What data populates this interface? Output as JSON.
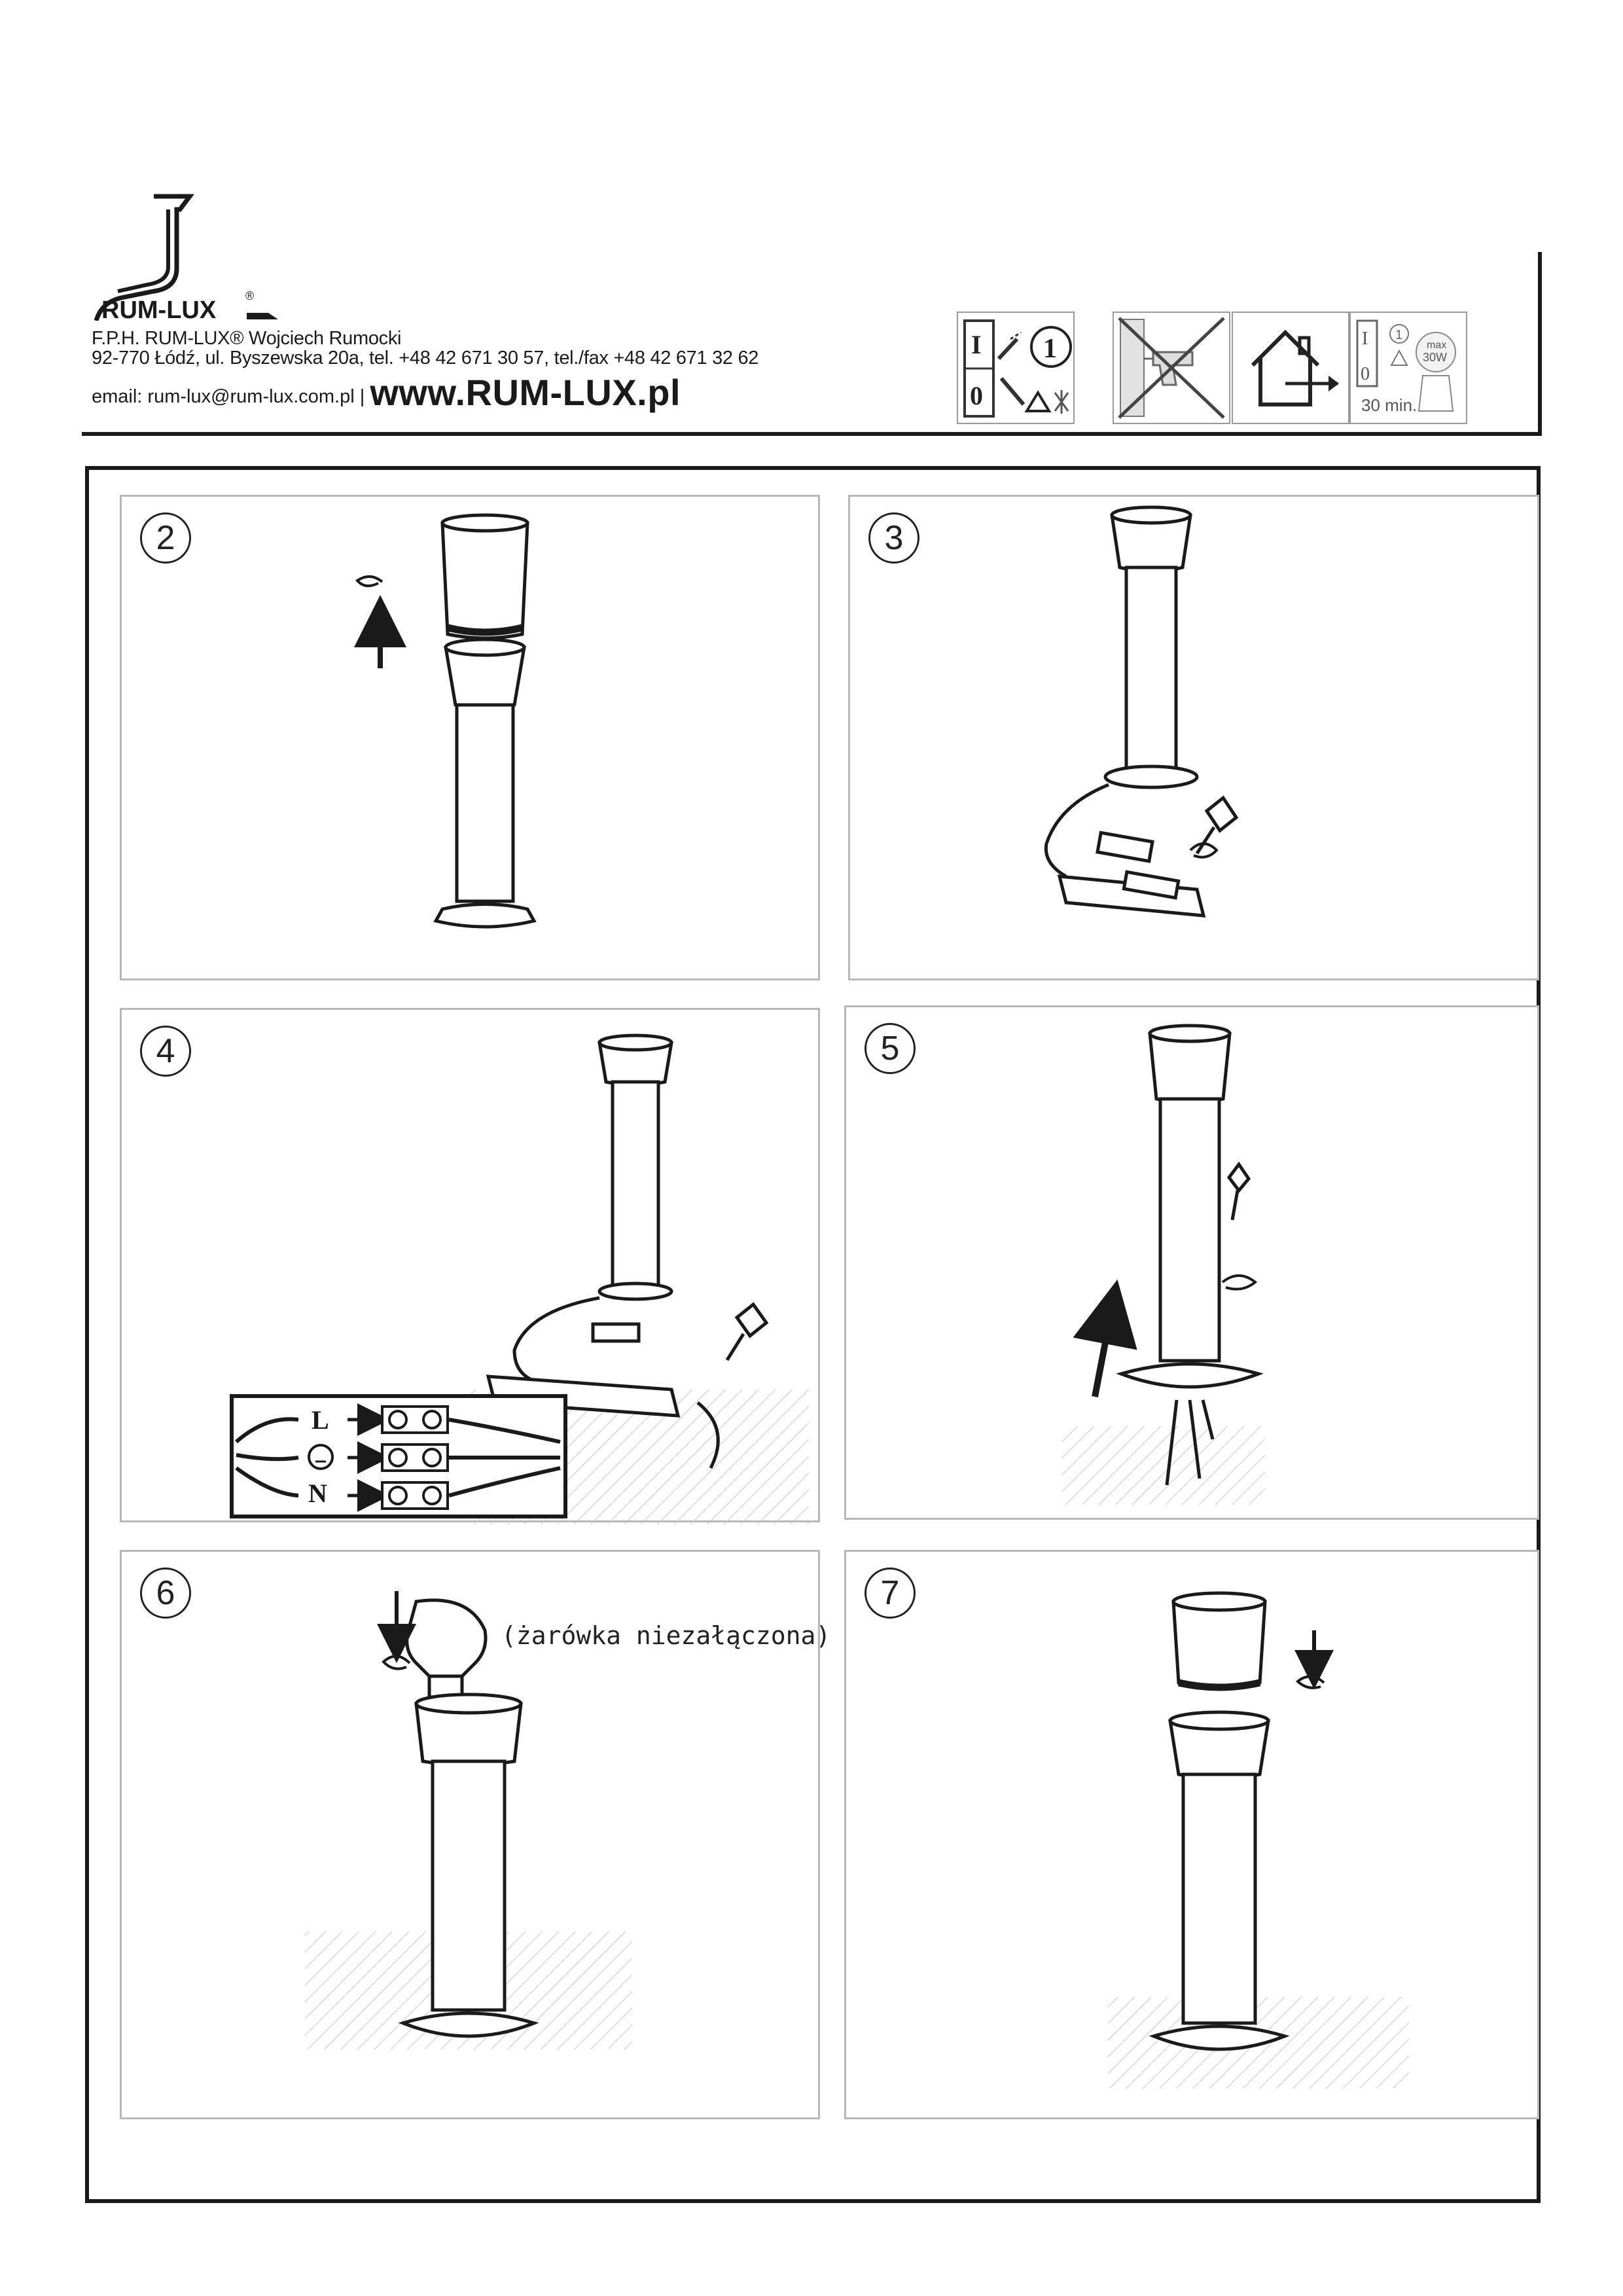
{
  "header": {
    "brand": "RUM-LUX",
    "registered": "®",
    "company_line1": "F.P.H. RUM-LUX® Wojciech Rumocki",
    "company_line2": "92-770 Łódź, ul. Byszewska 20a, tel. +48 42 671 30 57, tel./fax +48 42 671 32 62",
    "email": "email: rum-lux@rum-lux.com.pl",
    "separator": "|",
    "website": "www.RUM-LUX.pl"
  },
  "warning_icons": [
    {
      "name": "power-off-icon",
      "switch_on": "I",
      "switch_off": "0",
      "circle_num": "1"
    },
    {
      "name": "no-drill-icon"
    },
    {
      "name": "indoor-outdoor-icon"
    },
    {
      "name": "cooldown-icon",
      "switch_on": "I",
      "switch_off": "0",
      "circle_num": "1",
      "max_label": "max",
      "max_value": "30W",
      "time": "30 min."
    }
  ],
  "steps": [
    {
      "number": "2"
    },
    {
      "number": "3"
    },
    {
      "number": "4",
      "wiring": {
        "live": "L",
        "neutral": "N"
      }
    },
    {
      "number": "5"
    },
    {
      "number": "6",
      "note": "(żarówka niezałączona)"
    },
    {
      "number": "7"
    }
  ],
  "colors": {
    "line": "#1a1a1a",
    "panel_border": "#b8b8b8",
    "hatch": "#c8c8c8"
  }
}
